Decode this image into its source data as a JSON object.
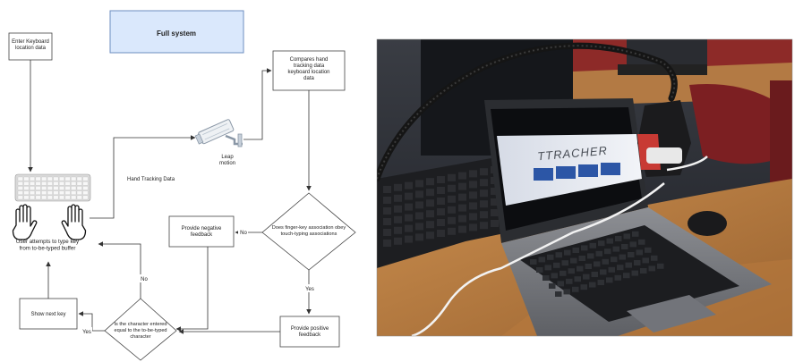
{
  "diagram": {
    "title": "Full system",
    "nodes": {
      "enter_keyboard": "Enter Keyboard location data",
      "compares": "Compares hand tracking data keyboard location data",
      "leap_motion": "Leap motion",
      "hand_tracking_data": "Hand Tracking Data",
      "user_attempts": "User attempts to type key from to-be-typed buffer",
      "does_finger_key": "Does finger-key association obey touch-typing associations",
      "provide_negative": "Provide negative feedback",
      "provide_positive": "Provide positive feedback",
      "is_character": "Is the character entered equal to the to-be-typed character",
      "show_next_key": "Show next key"
    },
    "edge_labels": {
      "no_1": "No",
      "yes_1": "Yes",
      "no_2": "No",
      "yes_2": "Yes"
    }
  },
  "photo": {
    "screen_title": "TTRACHER"
  },
  "colors": {
    "title_box_fill": "#dae8fc",
    "title_box_stroke": "#6c8ebf",
    "line": "#333333"
  },
  "icons": [
    "keyboard-icon",
    "left-hand-icon",
    "right-hand-icon",
    "leap-motion-camera-icon"
  ]
}
